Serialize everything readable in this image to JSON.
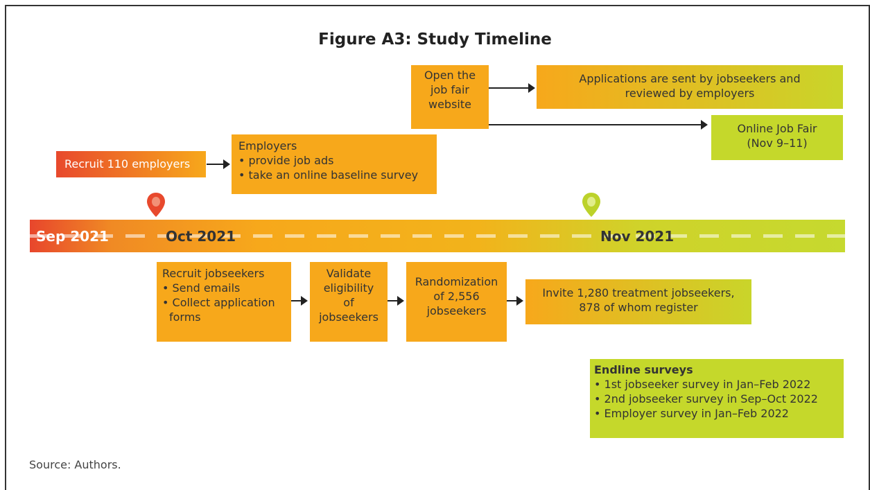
{
  "title": "Figure A3: Study Timeline",
  "timeline": {
    "sep": "Sep 2021",
    "oct": "Oct 2021",
    "nov": "Nov 2021"
  },
  "top_boxes": {
    "recruit_employers": "Recruit 110 employers",
    "employers_title": "Employers",
    "employers_items": [
      "• provide job ads",
      "• take an online baseline survey"
    ],
    "open_website": [
      "Open the",
      "job fair",
      "website"
    ],
    "applications": [
      "Applications are sent by jobseekers and",
      "reviewed by employers"
    ],
    "online_fair": [
      "Online Job Fair",
      "(Nov 9–11)"
    ]
  },
  "bottom_boxes": {
    "recruit_jobseekers_title": "Recruit jobseekers",
    "recruit_jobseekers_items": [
      "• Send emails",
      "• Collect application",
      "forms"
    ],
    "validate": [
      "Validate",
      "eligibility",
      "of",
      "jobseekers"
    ],
    "randomization": [
      "Randomization",
      "of 2,556",
      "jobseekers"
    ],
    "invite": [
      "Invite 1,280 treatment jobseekers,",
      "878 of whom register"
    ]
  },
  "endline": {
    "title": "Endline surveys",
    "items": [
      "• 1st jobseeker survey in Jan–Feb 2022",
      "• 2nd jobseeker survey in Sep–Oct 2022",
      "• Employer survey in Jan–Feb 2022"
    ]
  },
  "colors": {
    "orange": "#f7a81b",
    "red": "#e8492d",
    "green": "#c5d82b"
  },
  "source": "Source: Authors."
}
